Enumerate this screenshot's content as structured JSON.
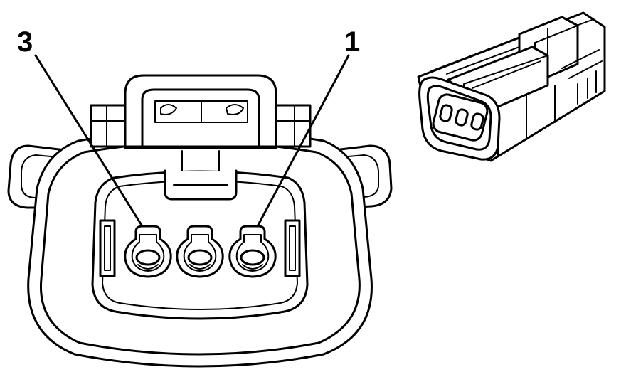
{
  "diagram": {
    "callouts": [
      {
        "id": "pin-3",
        "label": "3"
      },
      {
        "id": "pin-1",
        "label": "1"
      }
    ],
    "colors": {
      "line": "#000000",
      "background": "#ffffff"
    },
    "views": [
      "connector-face-view",
      "connector-isometric-view"
    ]
  }
}
